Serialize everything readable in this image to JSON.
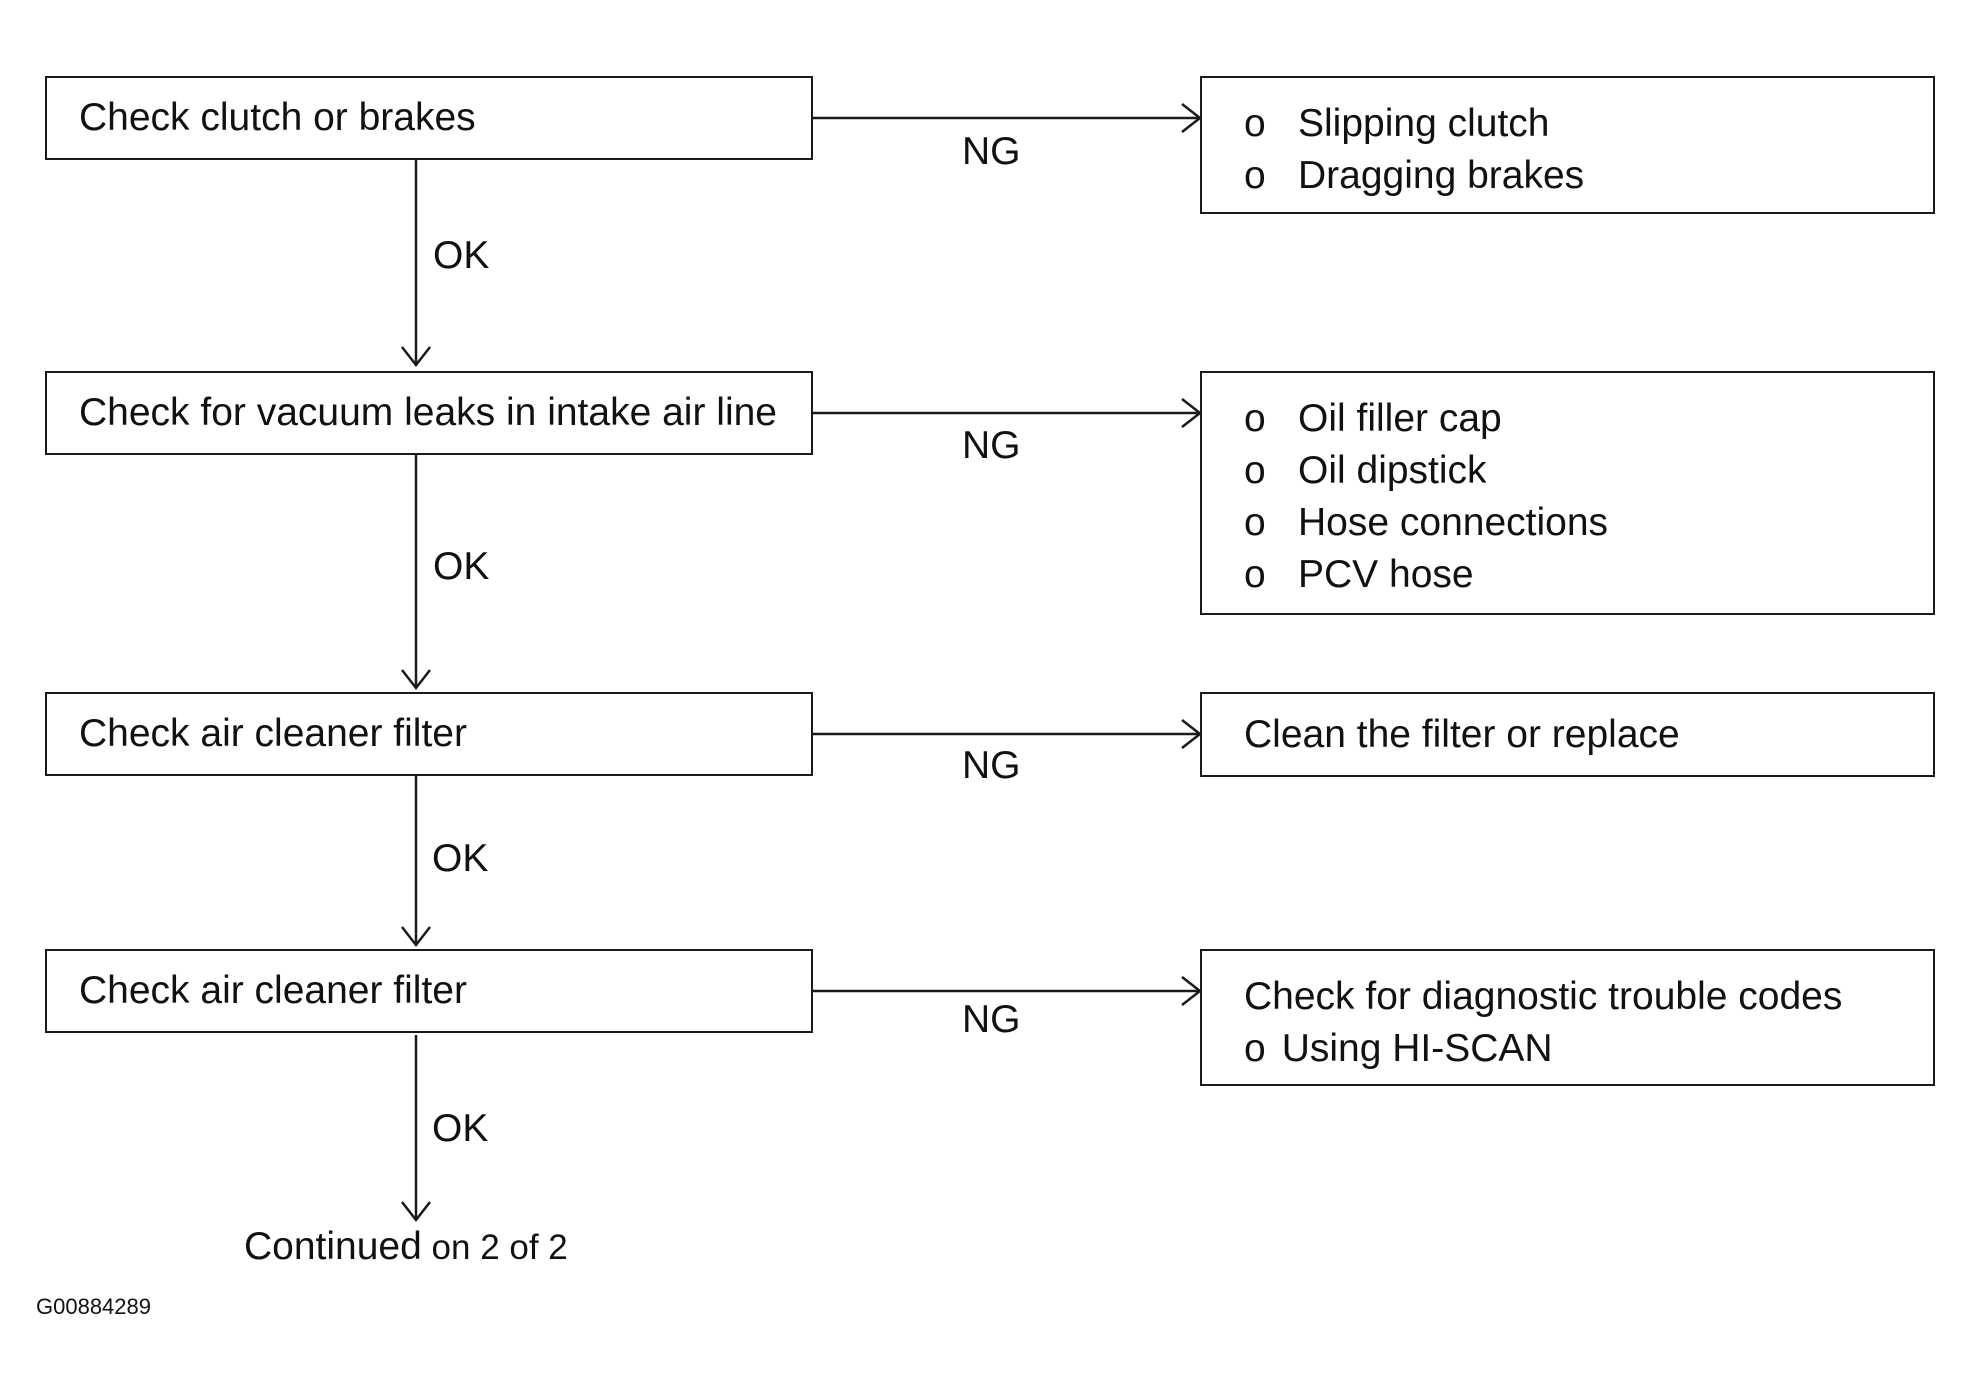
{
  "steps": [
    {
      "label": "Check clutch or brakes"
    },
    {
      "label": "Check for vacuum leaks in intake air line"
    },
    {
      "label": "Check air cleaner filter"
    },
    {
      "label": "Check air cleaner filter"
    }
  ],
  "results": [
    {
      "bullet": "o",
      "items": [
        "Slipping clutch",
        "Dragging brakes"
      ]
    },
    {
      "bullet": "o",
      "items": [
        "Oil filler cap",
        "Oil dipstick",
        "Hose connections",
        "PCV hose"
      ]
    },
    {
      "text": "Clean the filter or replace"
    },
    {
      "text": "Check for diagnostic trouble codes",
      "bullet": "o",
      "sub_item": "Using HI-SCAN"
    }
  ],
  "edge_labels": {
    "ok": "OK",
    "ng": "NG"
  },
  "footer": {
    "continued_bold": "Continued",
    "continued_rest": " on 2 of 2"
  },
  "figure_id": "G00884289"
}
